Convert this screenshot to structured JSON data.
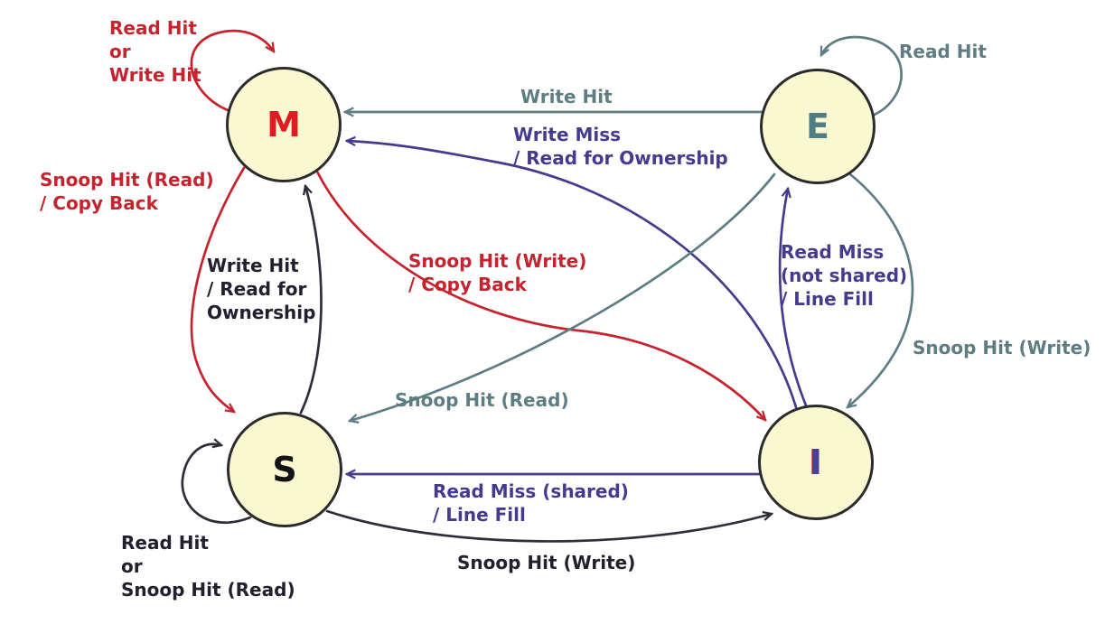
{
  "colors": {
    "edge-red": "#c6232e",
    "edge-gray": "#5d7d82",
    "edge-purple": "#453b8e",
    "edge-black": "#2e2e38",
    "label-red": "#c6232e",
    "label-gray": "#5d7d82",
    "label-purple": "#453b8e",
    "label-black": "#20202e",
    "node-fill": "#faf8d0",
    "node-border": "#2b2b2b",
    "state-m": "#e01b24",
    "state-e": "#4f7e85",
    "state-s": "#141414",
    "state-i": "#4b3f96"
  },
  "states": {
    "m": "M",
    "e": "E",
    "s": "S",
    "i": "I"
  },
  "transitions": {
    "m_self": "Read Hit\nor\nWrite Hit",
    "e_self": "Read Hit",
    "e_to_m": "Write Hit",
    "i_to_m": "Write Miss\n/ Read for Ownership",
    "m_to_s": "Snoop Hit (Read)\n/ Copy Back",
    "s_to_m": "Write Hit\n/ Read for\nOwnership",
    "m_to_i": "Snoop Hit (Write)\n/ Copy Back",
    "i_to_e": "Read Miss\n(not shared)\n/ Line Fill",
    "e_to_i": "Snoop Hit (Write)",
    "e_to_s": "Snoop Hit (Read)",
    "i_to_s": "Read Miss (shared)\n/ Line Fill",
    "s_to_i": "Snoop Hit (Write)",
    "s_self": "Read Hit\nor\nSnoop Hit (Read)"
  }
}
